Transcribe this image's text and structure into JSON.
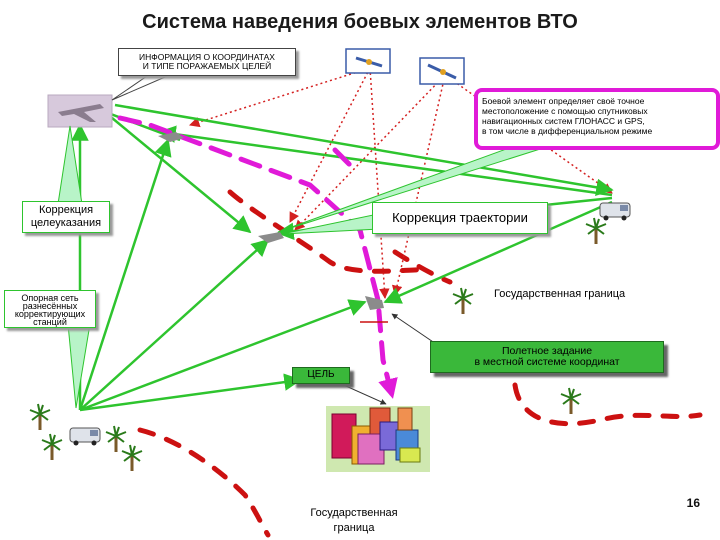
{
  "title": "Система наведения  боевых элементов ВТО",
  "callouts": {
    "info_line1": "ИНФОРМАЦИЯ О КООРДИНАТАХ",
    "info_line2": "И ТИПЕ ПОРАЖАЕМЫХ ЦЕЛЕЙ",
    "combat_line1": "Боевой элемент определяет своё точное",
    "combat_line2": "местоположение с помощью спутниковых",
    "combat_line3": "навигационных систем ГЛОНАСС и GPS,",
    "combat_line4": "в том числе в дифференциальном режиме",
    "aim_line1": "Коррекция",
    "aim_line2": "целеуказания",
    "trajectory": "Коррекция траектории",
    "ref_line1": "Опорная сеть",
    "ref_line2": "разнесённых",
    "ref_line3": "корректирующих",
    "ref_line4": "станций",
    "flight_line1": "Полетное задание",
    "flight_line2": "в местной системе координат",
    "target": "ЦЕЛЬ",
    "border_right": "Государственная граница",
    "border_bottom_line1": "Государственная",
    "border_bottom_line2": "граница"
  },
  "page_number": "16",
  "colors": {
    "link_green": "#2ec42e",
    "trajectory_magenta": "#e01ad8",
    "border_red": "#cc1111",
    "link_red_dotted": "#d42020",
    "callout_pink": "#e01ad8",
    "callout_green": "#3ab83a"
  }
}
